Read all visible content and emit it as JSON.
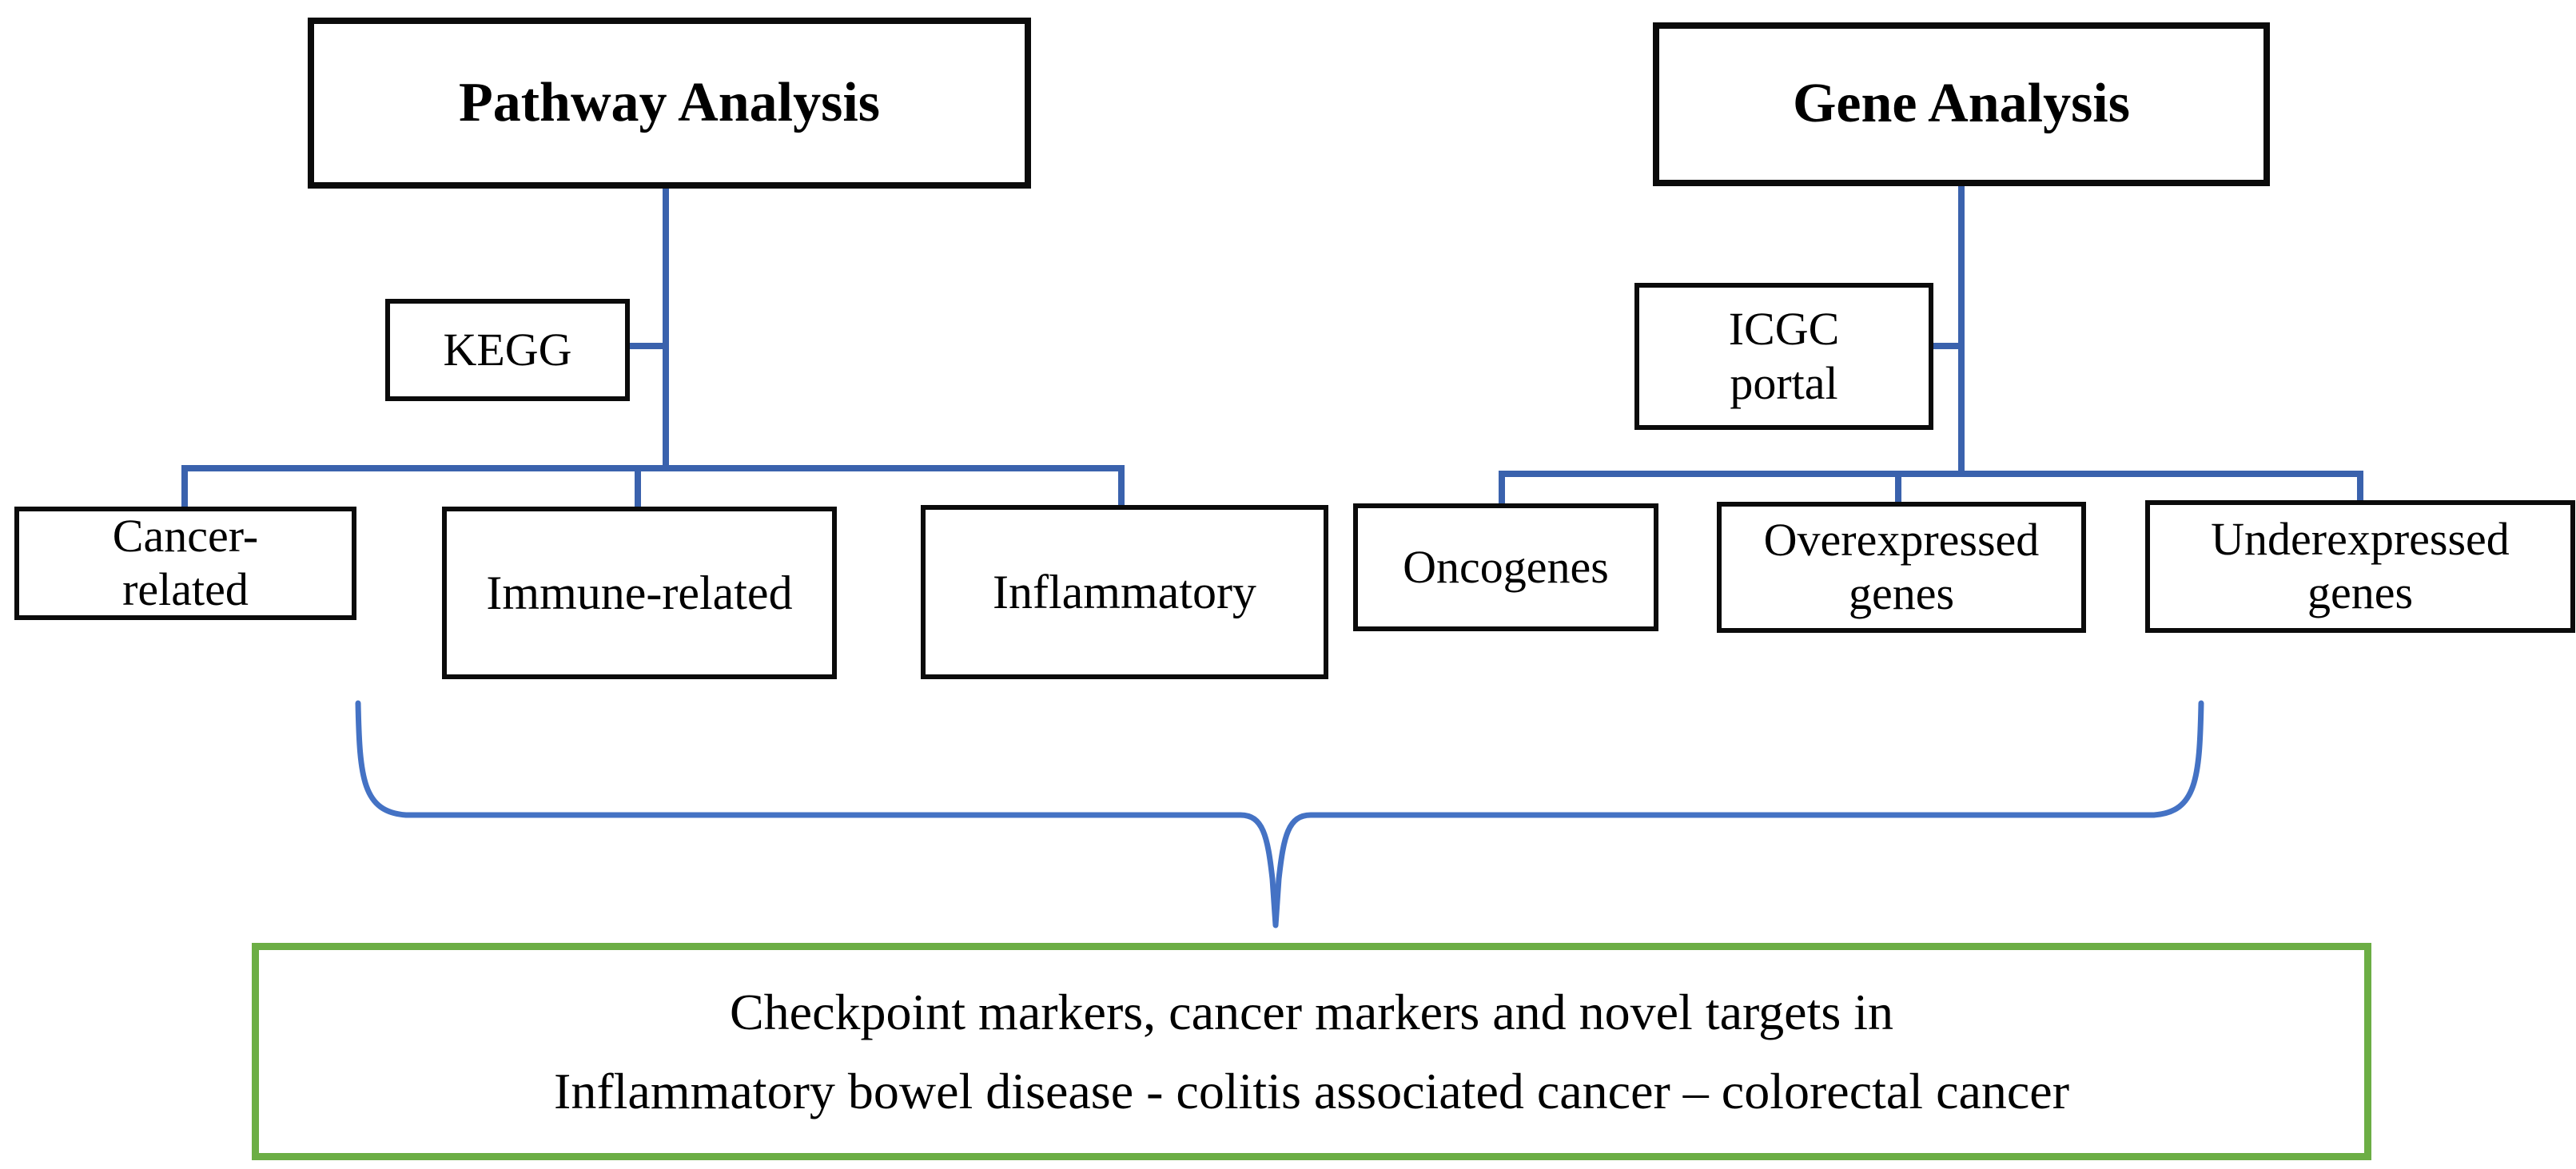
{
  "diagram": {
    "pathway": {
      "label": "Pathway Analysis"
    },
    "gene": {
      "label": "Gene Analysis"
    },
    "kegg": {
      "label": "KEGG"
    },
    "icgc": {
      "label": "ICGC\nportal"
    },
    "pathway_children": {
      "cancer": {
        "label": "Cancer-\nrelated"
      },
      "immune": {
        "label": "Immune-related"
      },
      "inflammatory": {
        "label": "Inflammatory"
      }
    },
    "gene_children": {
      "oncogenes": {
        "label": "Oncogenes"
      },
      "overexpressed": {
        "label": "Overexpressed\ngenes"
      },
      "underexpressed": {
        "label": "Underexpressed\ngenes"
      }
    },
    "result": {
      "label": "Checkpoint markers, cancer markers and novel targets in\nInflammatory bowel disease - colitis associated cancer – colorectal cancer"
    },
    "colors": {
      "connector_blue": "#3a62ad",
      "brace_blue": "#4472c4",
      "result_green": "#6cae45",
      "box_border": "#0b0b0b"
    }
  }
}
